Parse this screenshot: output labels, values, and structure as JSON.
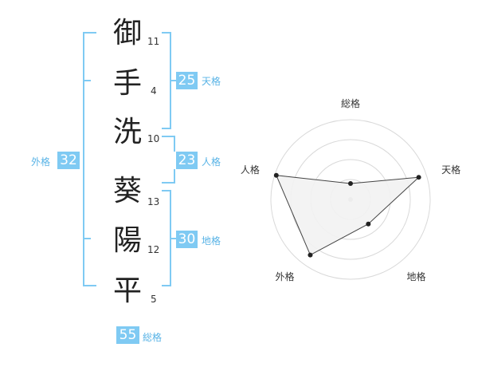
{
  "name": {
    "chars": [
      {
        "char": "御",
        "strokes": "11"
      },
      {
        "char": "手",
        "strokes": "4"
      },
      {
        "char": "洗",
        "strokes": "10"
      },
      {
        "char": "葵",
        "strokes": "13"
      },
      {
        "char": "陽",
        "strokes": "12"
      },
      {
        "char": "平",
        "strokes": "5"
      }
    ]
  },
  "fortune": {
    "tenkaku": {
      "label": "天格",
      "value": "25"
    },
    "jinkaku": {
      "label": "人格",
      "value": "23"
    },
    "chikaku": {
      "label": "地格",
      "value": "30"
    },
    "gaikaku": {
      "label": "外格",
      "value": "32"
    },
    "soukaku": {
      "label": "総格",
      "value": "55"
    }
  },
  "chart_data": {
    "type": "radar",
    "axes": [
      "総格",
      "天格",
      "地格",
      "外格",
      "人格"
    ],
    "values": [
      0.2,
      0.9,
      0.38,
      0.86,
      0.98
    ],
    "rings": 4,
    "range": [
      0,
      1
    ],
    "grid": true
  },
  "colors": {
    "accent": "#7fcaf3",
    "label_text": "#58b3e6",
    "grid": "#d9d9d9",
    "polygon_fill": "#f2f2f2",
    "polygon_stroke": "#444444"
  }
}
